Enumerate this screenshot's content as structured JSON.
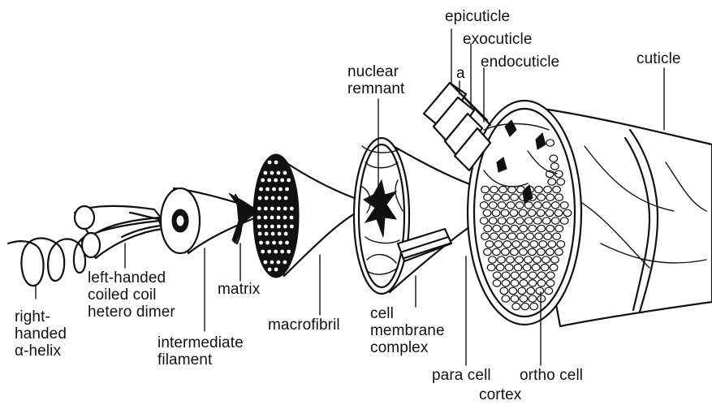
{
  "labels": {
    "right_handed_helix": {
      "line1": "right-",
      "line2": "handed",
      "line3": "α-helix"
    },
    "coiled_coil": {
      "line1": "left-handed",
      "line2": "coiled coil",
      "line3": "hetero dimer"
    },
    "intermediate_filament": {
      "line1": "intermediate",
      "line2": "filament"
    },
    "matrix": "matrix",
    "macrofibril": "macrofibril",
    "nuclear_remnant": {
      "line1": "nuclear",
      "line2": "remnant"
    },
    "cell_membrane_complex": {
      "line1": "cell",
      "line2": "membrane",
      "line3": "complex"
    },
    "epicuticle": "epicuticle",
    "a": "a",
    "exocuticle": "exocuticle",
    "endocuticle": "endocuticle",
    "cuticle": "cuticle",
    "para_cell": "para cell",
    "ortho_cell": "ortho cell",
    "cortex": "cortex"
  },
  "colors": {
    "ink": "#111111",
    "paper": "#ffffff"
  }
}
